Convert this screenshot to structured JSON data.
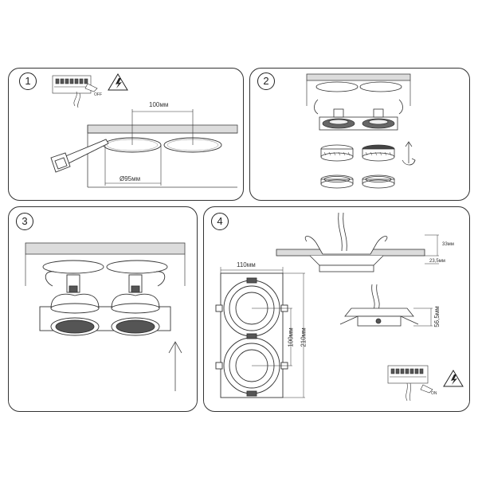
{
  "steps": [
    {
      "number": "1",
      "dims": {
        "spacing": "100мм",
        "cutout": "Ø95мм"
      },
      "switch_label": "OFF"
    },
    {
      "number": "2"
    },
    {
      "number": "3"
    },
    {
      "number": "4",
      "dims": {
        "width": "110мм",
        "height": "210мм",
        "pitch": "100мм",
        "top_height": "33мм",
        "flange": "23,5мм",
        "depth": "56,5мм"
      },
      "switch_label": "ON"
    }
  ]
}
